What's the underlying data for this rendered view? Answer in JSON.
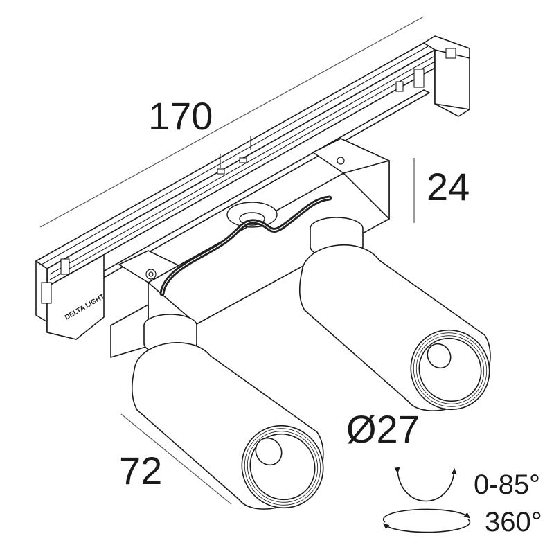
{
  "drawing": {
    "brand_mark": "DELTA LIGHT",
    "dimensions": {
      "length": "170",
      "height": "24",
      "diameter": "Ø27",
      "body_length": "72"
    },
    "rotation": {
      "tilt": "0-85°",
      "pan": "360°"
    },
    "colors": {
      "line": "#1a1a1a",
      "background": "#ffffff",
      "cable": "#222222",
      "leader": "#555555"
    }
  }
}
